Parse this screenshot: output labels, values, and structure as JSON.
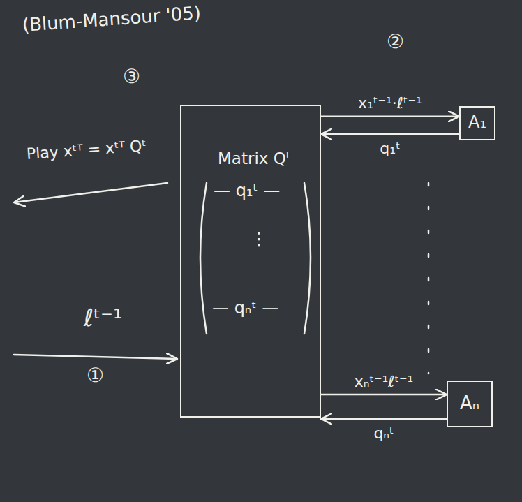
{
  "diagram": {
    "nodes": [
      {
        "text": [
          "Matrix Qᵗ",
          "— q₁ᵗ —",
          "⋮",
          "— qₙᵗ —"
        ]
      },
      {
        "text": [
          "A₁"
        ]
      },
      {
        "text": [
          "Aₙ"
        ]
      }
    ],
    "edges": [
      {
        "from": 0,
        "to": 1,
        "label": "x₁ᵗ⁻¹·ℓᵗ⁻¹",
        "arrow": "to"
      },
      {
        "from": 1,
        "to": 0,
        "label": "q₁ᵗ",
        "arrow": "to"
      },
      {
        "from": 0,
        "to": 2,
        "label": "xₙᵗ⁻¹ℓᵗ⁻¹",
        "arrow": "to"
      },
      {
        "from": 2,
        "to": 0,
        "label": "qₙᵗ",
        "arrow": "to"
      }
    ],
    "labels": [
      "(Blum-Mansour '05)",
      "③",
      "②",
      "Play xᵗᵀ = xᵗᵀ Qᵗ",
      "ℓᵗ⁻¹",
      "①"
    ]
  }
}
